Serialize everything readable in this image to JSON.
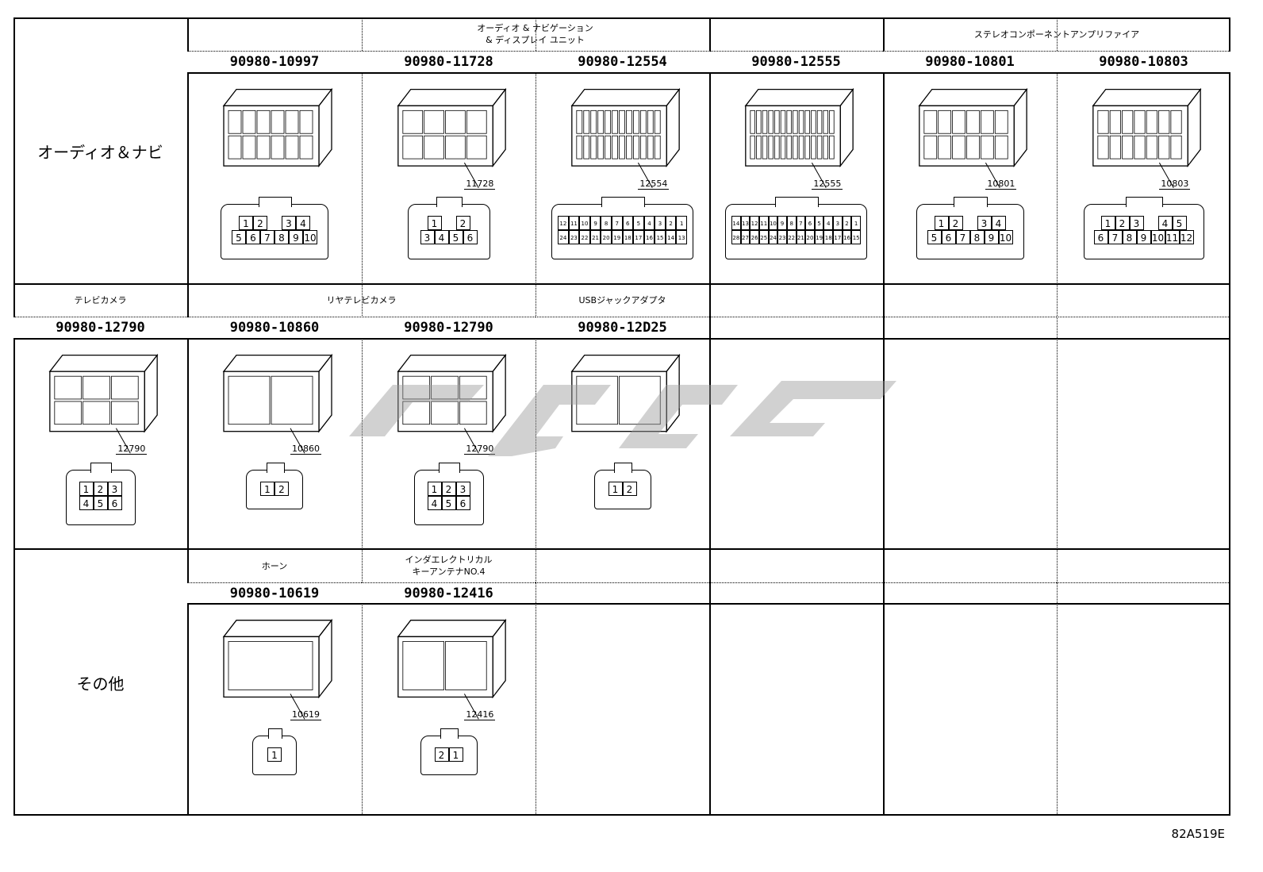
{
  "rows": [
    {
      "label": "オーディオ＆ナビ",
      "groups": [
        {
          "title": "オーディオ & ナビゲーション\n& ディスプレイ ユニット",
          "start": 1,
          "span": 4
        },
        {
          "title": "ステレオコンポーネントアンプリファイア",
          "start": 5,
          "span": 2
        }
      ],
      "connectors": [
        {
          "col": 1,
          "part": "90980-10997",
          "callout": "",
          "pins": [
            [
              "1",
              "2",
              "",
              "3",
              "4"
            ],
            [
              "5",
              "6",
              "7",
              "8",
              "9",
              "10"
            ]
          ]
        },
        {
          "col": 2,
          "part": "90980-11728",
          "callout": "11728",
          "pins": [
            [
              "1",
              "",
              "2"
            ],
            [
              "3",
              "4",
              "5",
              "6"
            ]
          ]
        },
        {
          "col": 3,
          "part": "90980-12554",
          "callout": "12554",
          "pins": [
            [
              "12",
              "11",
              "10",
              "9",
              "8",
              "7",
              "6",
              "5",
              "4",
              "3",
              "2",
              "1"
            ],
            [
              "24",
              "23",
              "22",
              "21",
              "20",
              "19",
              "18",
              "17",
              "16",
              "15",
              "14",
              "13"
            ]
          ]
        },
        {
          "col": 4,
          "part": "90980-12555",
          "callout": "12555",
          "pins": [
            [
              "14",
              "13",
              "12",
              "11",
              "10",
              "9",
              "8",
              "7",
              "6",
              "5",
              "4",
              "3",
              "2",
              "1"
            ],
            [
              "28",
              "27",
              "26",
              "25",
              "24",
              "23",
              "22",
              "21",
              "20",
              "19",
              "18",
              "17",
              "16",
              "15"
            ]
          ]
        },
        {
          "col": 5,
          "part": "90980-10801",
          "callout": "10801",
          "pins": [
            [
              "1",
              "2",
              "",
              "3",
              "4"
            ],
            [
              "5",
              "6",
              "7",
              "8",
              "9",
              "10"
            ]
          ]
        },
        {
          "col": 6,
          "part": "90980-10803",
          "callout": "10803",
          "pins": [
            [
              "1",
              "2",
              "3",
              "",
              "4",
              "5"
            ],
            [
              "6",
              "7",
              "8",
              "9",
              "10",
              "11",
              "12"
            ]
          ]
        }
      ]
    },
    {
      "label": "",
      "groups": [
        {
          "title": "テレビカメラ",
          "start": 0,
          "span": 1
        },
        {
          "title": "リヤテレビカメラ",
          "start": 1,
          "span": 2
        },
        {
          "title": "USBジャックアダプタ",
          "start": 3,
          "span": 1
        },
        {
          "title": "",
          "start": 4,
          "span": 1
        },
        {
          "title": "",
          "start": 5,
          "span": 1
        },
        {
          "title": "",
          "start": 6,
          "span": 1
        }
      ],
      "connectors": [
        {
          "col": 0,
          "part": "90980-12790",
          "callout": "12790",
          "pins": [
            [
              "1",
              "2",
              "3"
            ],
            [
              "4",
              "5",
              "6"
            ]
          ]
        },
        {
          "col": 1,
          "part": "90980-10860",
          "callout": "10860",
          "pins": [
            [
              "1",
              "2"
            ]
          ]
        },
        {
          "col": 2,
          "part": "90980-12790",
          "callout": "12790",
          "pins": [
            [
              "1",
              "2",
              "3"
            ],
            [
              "4",
              "5",
              "6"
            ]
          ]
        },
        {
          "col": 3,
          "part": "90980-12D25",
          "callout": "",
          "pins": [
            [
              "1",
              "2"
            ]
          ]
        }
      ]
    },
    {
      "label": "その他",
      "groups": [
        {
          "title": "ホーン",
          "start": 1,
          "span": 1
        },
        {
          "title": "インダエレクトリカル\nキーアンテナNO.4",
          "start": 2,
          "span": 1
        },
        {
          "title": "",
          "start": 3,
          "span": 1
        },
        {
          "title": "",
          "start": 4,
          "span": 1
        },
        {
          "title": "",
          "start": 5,
          "span": 1
        },
        {
          "title": "",
          "start": 6,
          "span": 1
        }
      ],
      "connectors": [
        {
          "col": 1,
          "part": "90980-10619",
          "callout": "10619",
          "pins": [
            [
              "1"
            ]
          ]
        },
        {
          "col": 2,
          "part": "90980-12416",
          "callout": "12416",
          "pins": [
            [
              "2",
              "1"
            ]
          ]
        }
      ]
    }
  ],
  "footer_code": "82A519E",
  "watermark": "logo",
  "colors": {
    "line": "#000000",
    "watermark": "#9a9a9a"
  }
}
